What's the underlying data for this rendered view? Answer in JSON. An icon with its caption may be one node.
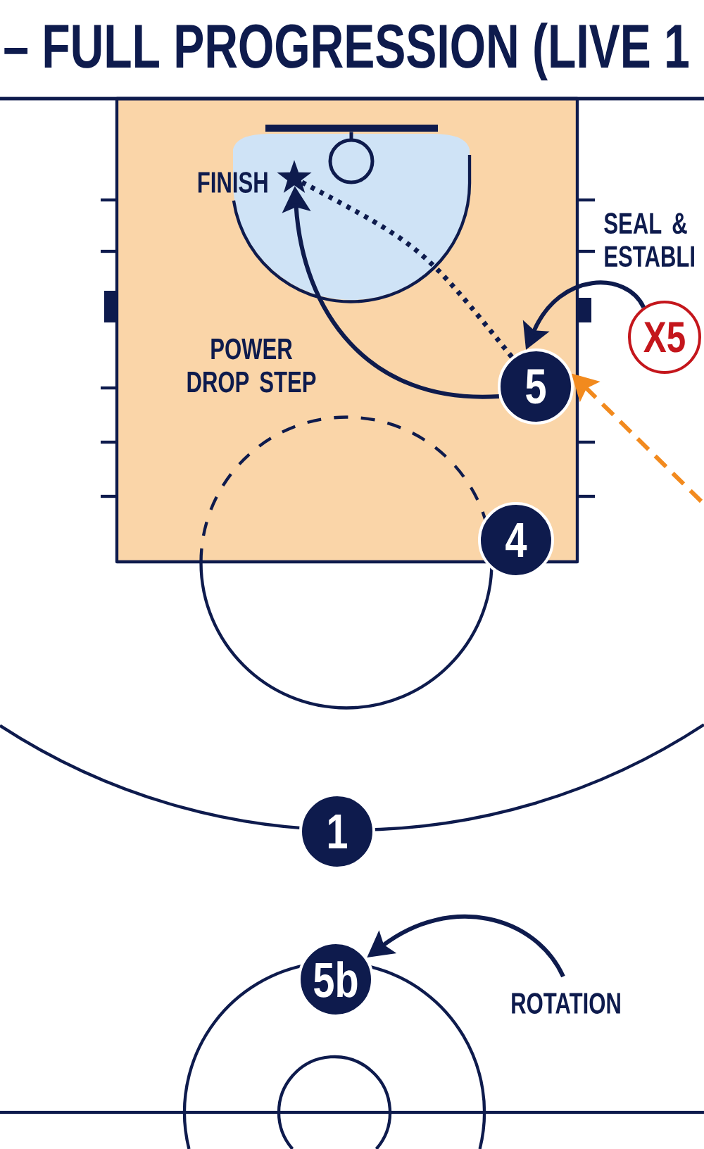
{
  "diagram": {
    "title": "– FULL PROGRESSION (LIVE 1",
    "nodes": [
      {
        "text": [],
        "shape": "star",
        "beside": [
          "FINISH"
        ]
      },
      {
        "text": [
          "X5"
        ]
      },
      {
        "text": [
          "5"
        ]
      },
      {
        "text": [
          "4"
        ]
      },
      {
        "text": [
          "1"
        ]
      },
      {
        "text": [
          "5b"
        ]
      }
    ],
    "edges": [
      {
        "from": 2,
        "to": 0,
        "arrow": "to"
      },
      {
        "from": 2,
        "to": 0,
        "arrow": "none",
        "style": "dashed"
      },
      {
        "from": 1,
        "to": 2,
        "arrow": "to"
      },
      {
        "from": null,
        "to": 2,
        "arrow": "to",
        "style": "dashed",
        "color": "#f28a1e"
      },
      {
        "from": null,
        "to": 5,
        "arrow": "to"
      }
    ],
    "labels": [
      "SEAL & ESTABLI",
      "POWER DROP STEP",
      "ROTATION"
    ]
  }
}
